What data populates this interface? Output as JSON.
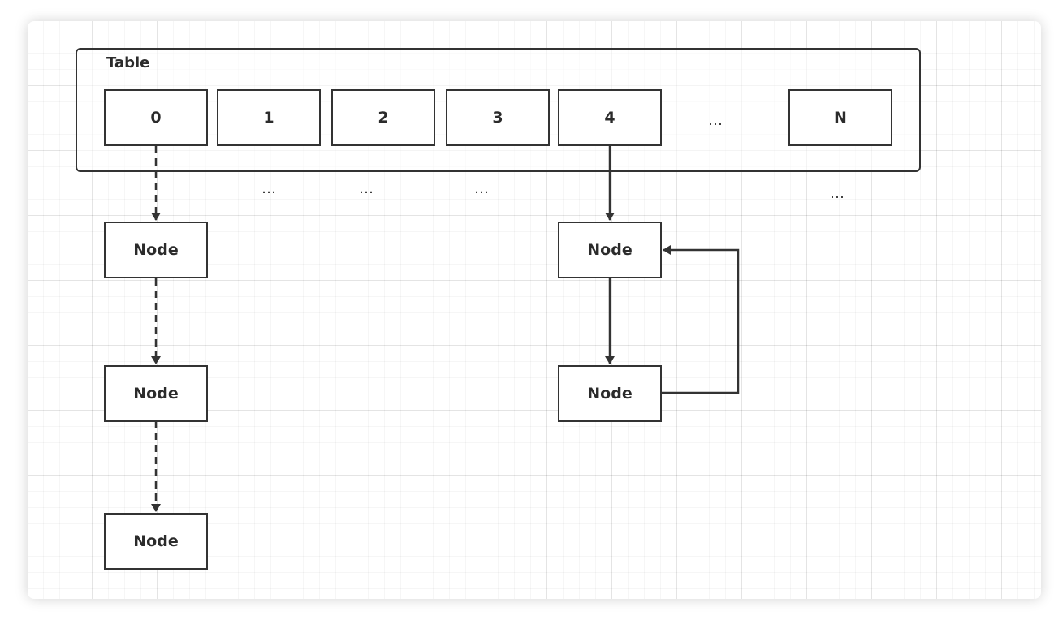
{
  "table": {
    "label": "Table",
    "slots": [
      "0",
      "1",
      "2",
      "3",
      "4",
      "N"
    ],
    "slot_gap_ellipsis": "…"
  },
  "below_ellipses": [
    "…",
    "…",
    "…",
    "…"
  ],
  "left_chain": {
    "nodes": [
      "Node",
      "Node",
      "Node"
    ],
    "arrow_style": "dashed"
  },
  "right_chain": {
    "nodes": [
      "Node",
      "Node"
    ],
    "arrow_style": "solid",
    "loop_back": true
  },
  "colors": {
    "stroke": "#333333",
    "text": "#2b2b2b",
    "grid": "#e6e6e6",
    "background": "#ffffff"
  }
}
